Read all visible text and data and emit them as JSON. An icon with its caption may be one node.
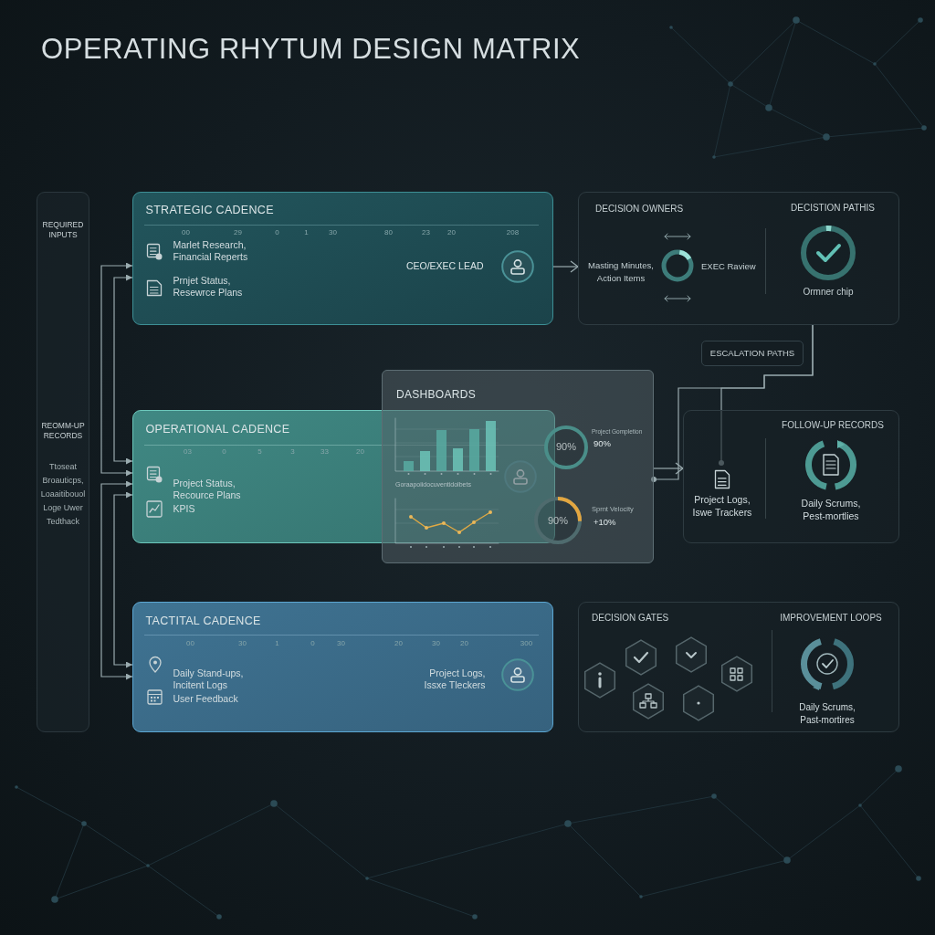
{
  "diagram": {
    "title": "OPERATING RHYTUM DESIGN MATRIX",
    "nodes": [
      {
        "text": [
          "REQUIRED INPUTS",
          "REOMM-UP RECORDS",
          "Ttoseat Broauticps, Loaaitibouol Loge Uwer Tedthack"
        ]
      },
      {
        "text": [
          "STRATEGIC CADENCE",
          "00",
          "29",
          "0",
          "1",
          "30",
          "80",
          "23",
          "20",
          "208",
          "Marlet Research, Financial Reperts",
          "Prnjet Status, Resewrce Plans",
          "CEO/EXEC LEAD"
        ]
      },
      {
        "text": [
          "DECISION OWNERS",
          "Masting Minutes, Action Items",
          "EXEC Raview",
          "DECISTION PATHIS",
          "Ormner chip"
        ]
      },
      {
        "text": [
          "ESCALATION PATHS"
        ]
      },
      {
        "text": [
          "DASHBOARDS",
          "Goraapoiidocuventidolbets",
          "90%",
          "Project Gompletion",
          "90%",
          "90%",
          "Sprnt Velocity",
          "+10%"
        ]
      },
      {
        "text": [
          "OPERATIONAL CADENCE",
          "03",
          "0",
          "5",
          "3",
          "33",
          "20",
          "Project Status, Recource Plans",
          "KPIS"
        ]
      },
      {
        "text": [
          "FOLLOW-UP RECORDS",
          "Daily Scrums, Pest-mortlies"
        ]
      },
      {
        "text": [
          "Project Logs, Iswe Trackers"
        ],
        "in": 6
      },
      {
        "text": [
          "TACTITAL CADENCE",
          "00",
          "30",
          "1",
          "0",
          "30",
          "20",
          "30",
          "20",
          "300",
          "Daily Stand-ups, Incitent Logs",
          "User Feedback",
          "Project Logs, Issxe Tleckers"
        ]
      },
      {
        "text": [
          "DECISION GATES",
          "IMPROVEMENT LOOPS",
          "Daily Scrums, Past-mortires"
        ]
      }
    ],
    "edges": [
      {
        "from": 1,
        "to": 5,
        "arrow": "both"
      },
      {
        "from": 1,
        "to": 5,
        "arrow": "both"
      },
      {
        "from": 5,
        "to": 8,
        "arrow": "both"
      },
      {
        "from": 5,
        "to": 8,
        "arrow": "both"
      },
      {
        "from": 1,
        "to": 2,
        "arrow": "to"
      },
      {
        "from": 4,
        "to": 6,
        "arrow": "to"
      },
      {
        "from": 2,
        "to": 4,
        "arrow": "other"
      },
      {
        "from": 2,
        "to": 7,
        "arrow": "other"
      }
    ]
  }
}
